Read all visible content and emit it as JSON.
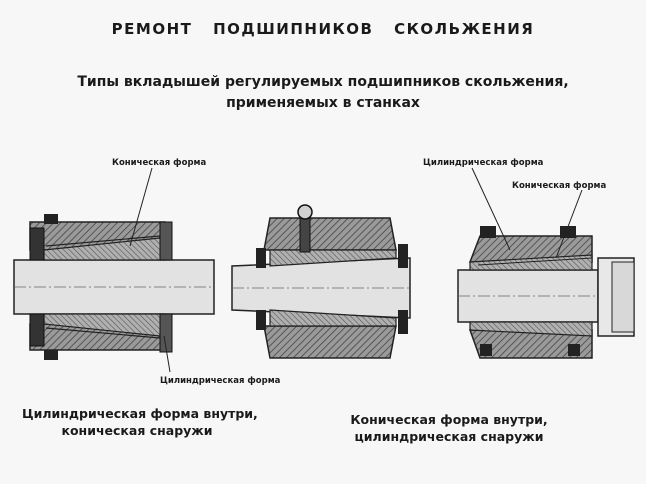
{
  "title": "РЕМОНТ  ПОДШИПНИКОВ  СКОЛЬЖЕНИЯ",
  "subtitle": {
    "line1": "Типы вкладышей регулируемых подшипников скольжения,",
    "line2": "применяемых в станках"
  },
  "labels": {
    "conical_left": "Коническая форма",
    "cylindrical_left": "Цилиндрическая форма",
    "cylindrical_right": "Цилиндрическая форма",
    "conical_right": "Коническая форма"
  },
  "captions": {
    "left_line1": "Цилиндрическая форма внутри,",
    "left_line2": "коническая снаружи",
    "right_line1": "Коническая форма внутри,",
    "right_line2": "цилиндрическая снаружи"
  }
}
